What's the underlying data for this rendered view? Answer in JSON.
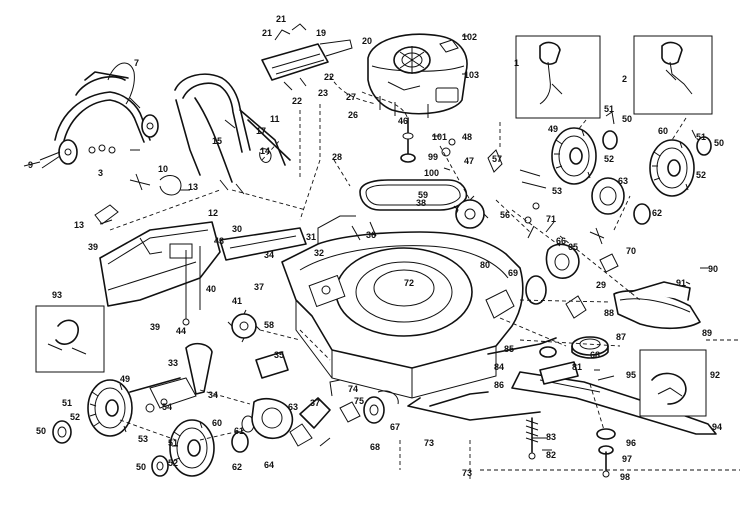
{
  "parts": [
    {
      "id": "p1",
      "label": "1"
    },
    {
      "id": "p2",
      "label": "2"
    },
    {
      "id": "p3",
      "label": "3"
    },
    {
      "id": "p7",
      "label": "7"
    },
    {
      "id": "p9",
      "label": "9"
    },
    {
      "id": "p10",
      "label": "10"
    },
    {
      "id": "p11",
      "label": "11"
    },
    {
      "id": "p12",
      "label": "12"
    },
    {
      "id": "p13a",
      "label": "13"
    },
    {
      "id": "p13b",
      "label": "13"
    },
    {
      "id": "p14",
      "label": "14"
    },
    {
      "id": "p15",
      "label": "15"
    },
    {
      "id": "p17",
      "label": "17"
    },
    {
      "id": "p19",
      "label": "19"
    },
    {
      "id": "p20",
      "label": "20"
    },
    {
      "id": "p21a",
      "label": "21"
    },
    {
      "id": "p21b",
      "label": "21"
    },
    {
      "id": "p22a",
      "label": "22"
    },
    {
      "id": "p22b",
      "label": "22"
    },
    {
      "id": "p23",
      "label": "23"
    },
    {
      "id": "p26",
      "label": "26"
    },
    {
      "id": "p27",
      "label": "27"
    },
    {
      "id": "p28",
      "label": "28"
    },
    {
      "id": "p29",
      "label": "29"
    },
    {
      "id": "p30",
      "label": "30"
    },
    {
      "id": "p31",
      "label": "31"
    },
    {
      "id": "p32",
      "label": "32"
    },
    {
      "id": "p33",
      "label": "33"
    },
    {
      "id": "p34a",
      "label": "34"
    },
    {
      "id": "p34b",
      "label": "34"
    },
    {
      "id": "p35",
      "label": "35"
    },
    {
      "id": "p36",
      "label": "36"
    },
    {
      "id": "p37a",
      "label": "37"
    },
    {
      "id": "p37b",
      "label": "37"
    },
    {
      "id": "p38",
      "label": "38"
    },
    {
      "id": "p39a",
      "label": "39"
    },
    {
      "id": "p39b",
      "label": "39"
    },
    {
      "id": "p40",
      "label": "40"
    },
    {
      "id": "p41",
      "label": "41"
    },
    {
      "id": "p43",
      "label": "43"
    },
    {
      "id": "p44",
      "label": "44"
    },
    {
      "id": "p46",
      "label": "46"
    },
    {
      "id": "p47",
      "label": "47"
    },
    {
      "id": "p48",
      "label": "48"
    },
    {
      "id": "p49a",
      "label": "49"
    },
    {
      "id": "p49b",
      "label": "49"
    },
    {
      "id": "p50a",
      "label": "50"
    },
    {
      "id": "p50b",
      "label": "50"
    },
    {
      "id": "p50c",
      "label": "50"
    },
    {
      "id": "p50d",
      "label": "50"
    },
    {
      "id": "p51a",
      "label": "51"
    },
    {
      "id": "p51b",
      "label": "51"
    },
    {
      "id": "p51c",
      "label": "51"
    },
    {
      "id": "p51d",
      "label": "51"
    },
    {
      "id": "p52a",
      "label": "52"
    },
    {
      "id": "p52b",
      "label": "52"
    },
    {
      "id": "p52c",
      "label": "52"
    },
    {
      "id": "p52d",
      "label": "52"
    },
    {
      "id": "p53a",
      "label": "53"
    },
    {
      "id": "p53b",
      "label": "53"
    },
    {
      "id": "p54",
      "label": "54"
    },
    {
      "id": "p56",
      "label": "56"
    },
    {
      "id": "p57",
      "label": "57"
    },
    {
      "id": "p58",
      "label": "58"
    },
    {
      "id": "p59",
      "label": "59"
    },
    {
      "id": "p60a",
      "label": "60"
    },
    {
      "id": "p60b",
      "label": "60"
    },
    {
      "id": "p61",
      "label": "61"
    },
    {
      "id": "p62a",
      "label": "62"
    },
    {
      "id": "p62b",
      "label": "62"
    },
    {
      "id": "p63a",
      "label": "63"
    },
    {
      "id": "p63b",
      "label": "63"
    },
    {
      "id": "p64",
      "label": "64"
    },
    {
      "id": "p65",
      "label": "65"
    },
    {
      "id": "p66",
      "label": "66"
    },
    {
      "id": "p67",
      "label": "67"
    },
    {
      "id": "p68a",
      "label": "68"
    },
    {
      "id": "p68b",
      "label": "68"
    },
    {
      "id": "p69",
      "label": "69"
    },
    {
      "id": "p70",
      "label": "70"
    },
    {
      "id": "p71",
      "label": "71"
    },
    {
      "id": "p72",
      "label": "72"
    },
    {
      "id": "p73a",
      "label": "73"
    },
    {
      "id": "p73b",
      "label": "73"
    },
    {
      "id": "p74",
      "label": "74"
    },
    {
      "id": "p75",
      "label": "75"
    },
    {
      "id": "p80",
      "label": "80"
    },
    {
      "id": "p81",
      "label": "81"
    },
    {
      "id": "p82",
      "label": "82"
    },
    {
      "id": "p83",
      "label": "83"
    },
    {
      "id": "p84",
      "label": "84"
    },
    {
      "id": "p85",
      "label": "85"
    },
    {
      "id": "p86",
      "label": "86"
    },
    {
      "id": "p87",
      "label": "87"
    },
    {
      "id": "p88",
      "label": "88"
    },
    {
      "id": "p89",
      "label": "89"
    },
    {
      "id": "p90",
      "label": "90"
    },
    {
      "id": "p91",
      "label": "91"
    },
    {
      "id": "p92",
      "label": "92"
    },
    {
      "id": "p93",
      "label": "93"
    },
    {
      "id": "p94",
      "label": "94"
    },
    {
      "id": "p95",
      "label": "95"
    },
    {
      "id": "p96",
      "label": "96"
    },
    {
      "id": "p97",
      "label": "97"
    },
    {
      "id": "p98",
      "label": "98"
    },
    {
      "id": "p99",
      "label": "99"
    },
    {
      "id": "p100",
      "label": "100"
    },
    {
      "id": "p101",
      "label": "101"
    },
    {
      "id": "p102",
      "label": "102"
    },
    {
      "id": "p103",
      "label": "103"
    }
  ]
}
